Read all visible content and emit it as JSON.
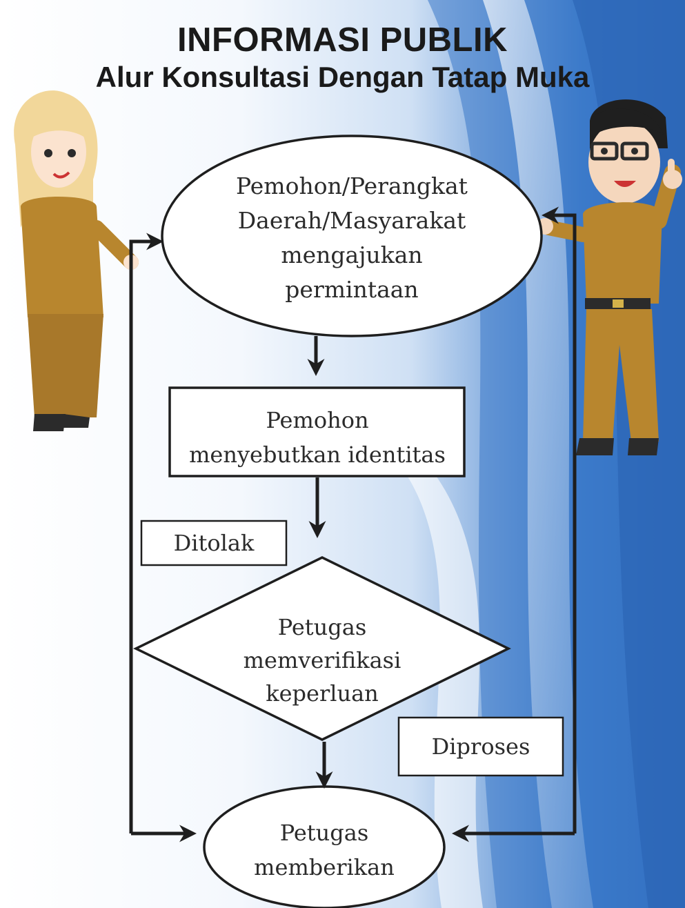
{
  "header": {
    "title": "INFORMASI PUBLIK",
    "subtitle": "Alur Konsultasi Dengan Tatap Muka"
  },
  "flow": {
    "start_node": {
      "lines": [
        "Pemohon/Perangkat",
        "Daerah/Masyarakat",
        "mengajukan",
        "permintaan"
      ]
    },
    "identity_node": {
      "lines": [
        "Pemohon",
        "menyebutkan identitas"
      ]
    },
    "decision_node": {
      "lines": [
        "Petugas",
        "memverifikasi",
        "keperluan"
      ]
    },
    "end_node": {
      "lines": [
        "Petugas",
        "memberikan"
      ]
    },
    "rejected_label": "Ditolak",
    "processed_label": "Diproses"
  },
  "colors": {
    "background_blue": "#2d6fc2",
    "background_light": "#e8f1fb",
    "uniform": "#b8862e",
    "hijab": "#f2d79a",
    "line": "#1e1e1e"
  },
  "icons": {
    "left_character": "female-officer-illustration",
    "right_character": "male-officer-illustration"
  }
}
